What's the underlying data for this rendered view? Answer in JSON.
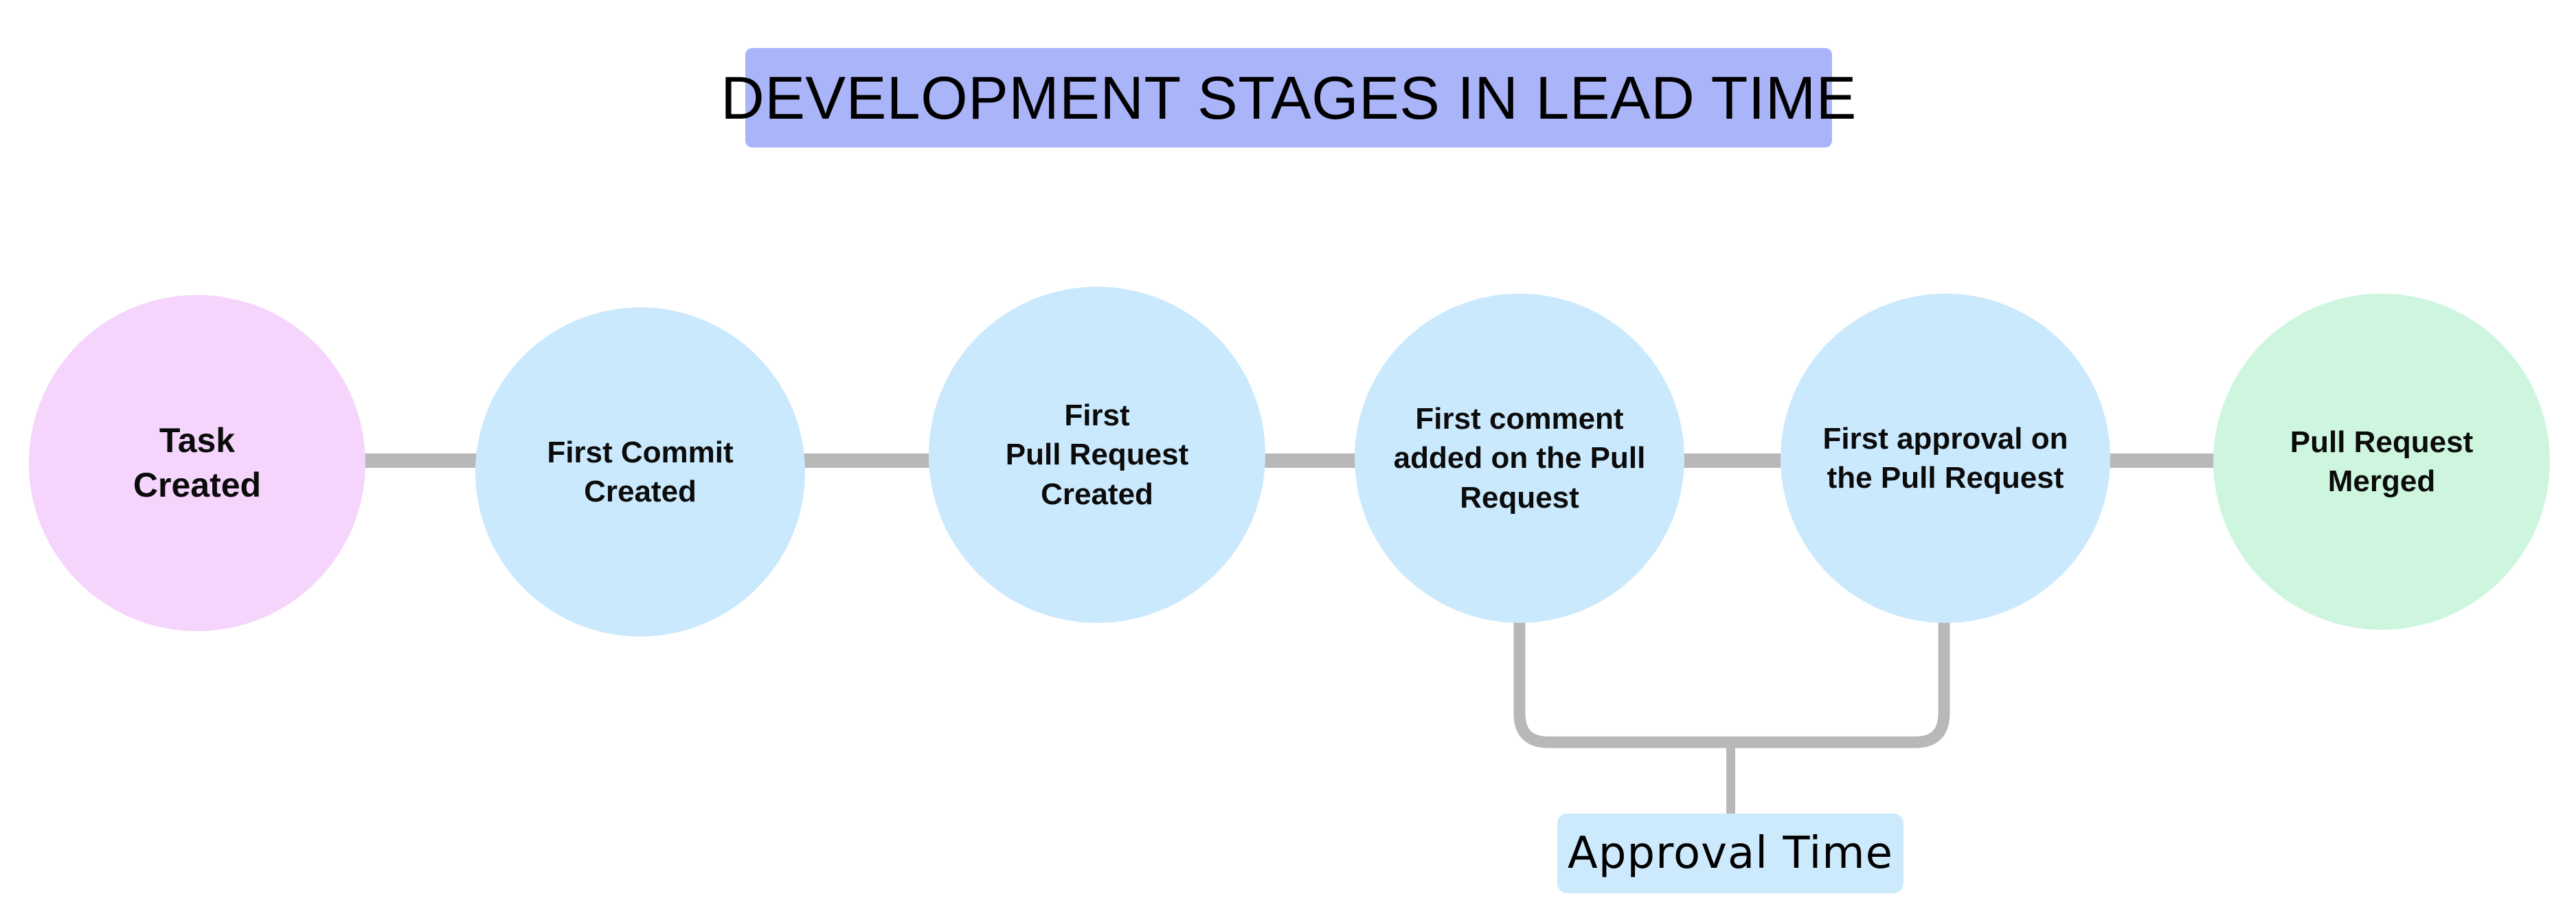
{
  "title": {
    "text": "DEVELOPMENT STAGES IN LEAD TIME",
    "background_color": "#aab4f8",
    "text_color": "#000000"
  },
  "diagram": {
    "type": "process-timeline",
    "orientation": "horizontal",
    "connector_color": "#b8b8b8",
    "background_color": "#ffffff",
    "stages": [
      {
        "id": "task-created",
        "label": "Task\nCreated",
        "color": "#f5d5fb",
        "shape": "circle"
      },
      {
        "id": "first-commit-created",
        "label": "First Commit\nCreated",
        "color": "#cbe9fd",
        "shape": "circle"
      },
      {
        "id": "first-pull-request-created",
        "label": "First\nPull Request\nCreated",
        "color": "#cbe9fd",
        "shape": "circle"
      },
      {
        "id": "first-comment-added",
        "label": "First comment\nadded on the Pull\nRequest",
        "color": "#cbe9fd",
        "shape": "circle"
      },
      {
        "id": "first-approval",
        "label": "First approval on\nthe Pull Request",
        "color": "#cbe9fd",
        "shape": "circle"
      },
      {
        "id": "pull-request-merged",
        "label": "Pull Request\nMerged",
        "color": "#cef5de",
        "shape": "circle"
      }
    ],
    "annotations": [
      {
        "id": "approval-time",
        "label": "Approval Time",
        "background_color": "#cdeafd",
        "text_color": "#000000",
        "spans_from_stage": "first-comment-added",
        "spans_to_stage": "first-approval",
        "bracket_color": "#b8b8b8"
      }
    ]
  }
}
